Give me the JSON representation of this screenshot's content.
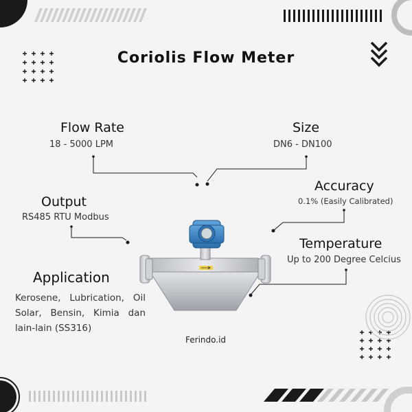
{
  "title": "Coriolis Flow Meter",
  "specs": {
    "flow_rate": {
      "label": "Flow Rate",
      "value": "18 - 5000 LPM"
    },
    "size": {
      "label": "Size",
      "value": "DN6 - DN100"
    },
    "accuracy": {
      "label": "Accuracy",
      "value": "0.1% (Easily Calibrated)"
    },
    "output": {
      "label": "Output",
      "value": "RS485 RTU Modbus"
    },
    "temperature": {
      "label": "Temperature",
      "value": "Up to 200 Degree Celcius"
    },
    "application": {
      "label": "Application",
      "value": "Kerosene, Lubrication, Oil Solar, Bensin, Kimia dan lain-lain (SS316)"
    }
  },
  "footer": {
    "brand": "Ferindo.id"
  },
  "colors": {
    "background": "#f4f4f4",
    "text": "#111111",
    "meter_body": "#c9cbcf",
    "transmitter": "#3b87c8"
  },
  "icons": [
    "plus-grid-icon",
    "chevron-down-icon",
    "concentric-circles-icon",
    "slanted-stripes-icon"
  ]
}
